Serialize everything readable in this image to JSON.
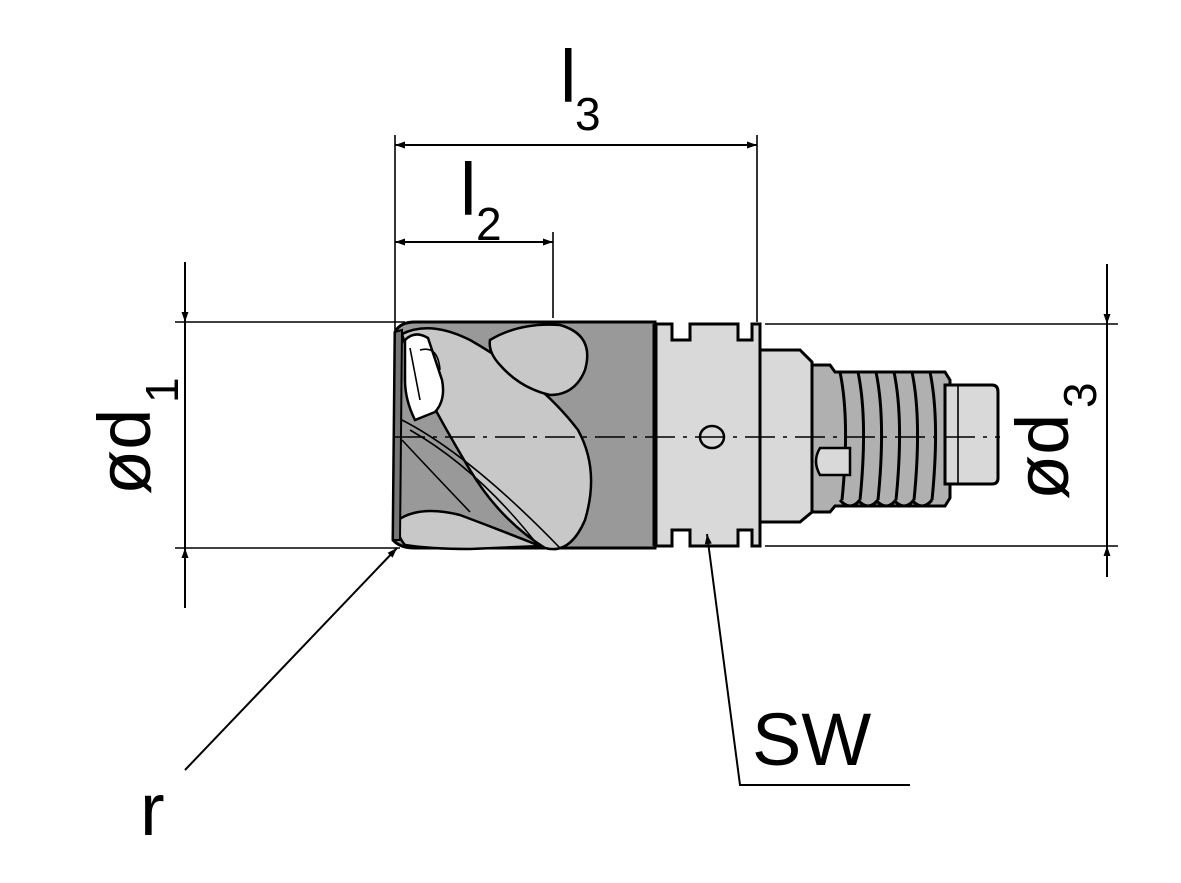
{
  "diagram": {
    "labels": {
      "l3_main": "l",
      "l3_sub": "3",
      "l2_main": "l",
      "l2_sub": "2",
      "d1_main": "ød",
      "d1_sub": "1",
      "d3_main": "ød",
      "d3_sub": "3",
      "sw": "SW",
      "r": "r"
    },
    "colors": {
      "line": "#000000",
      "head_dark": "#999999",
      "flute_light": "#c8c8c8",
      "neck_light": "#d9d9d9",
      "thread_mid": "#b0b0b0",
      "background": "#ffffff"
    }
  }
}
